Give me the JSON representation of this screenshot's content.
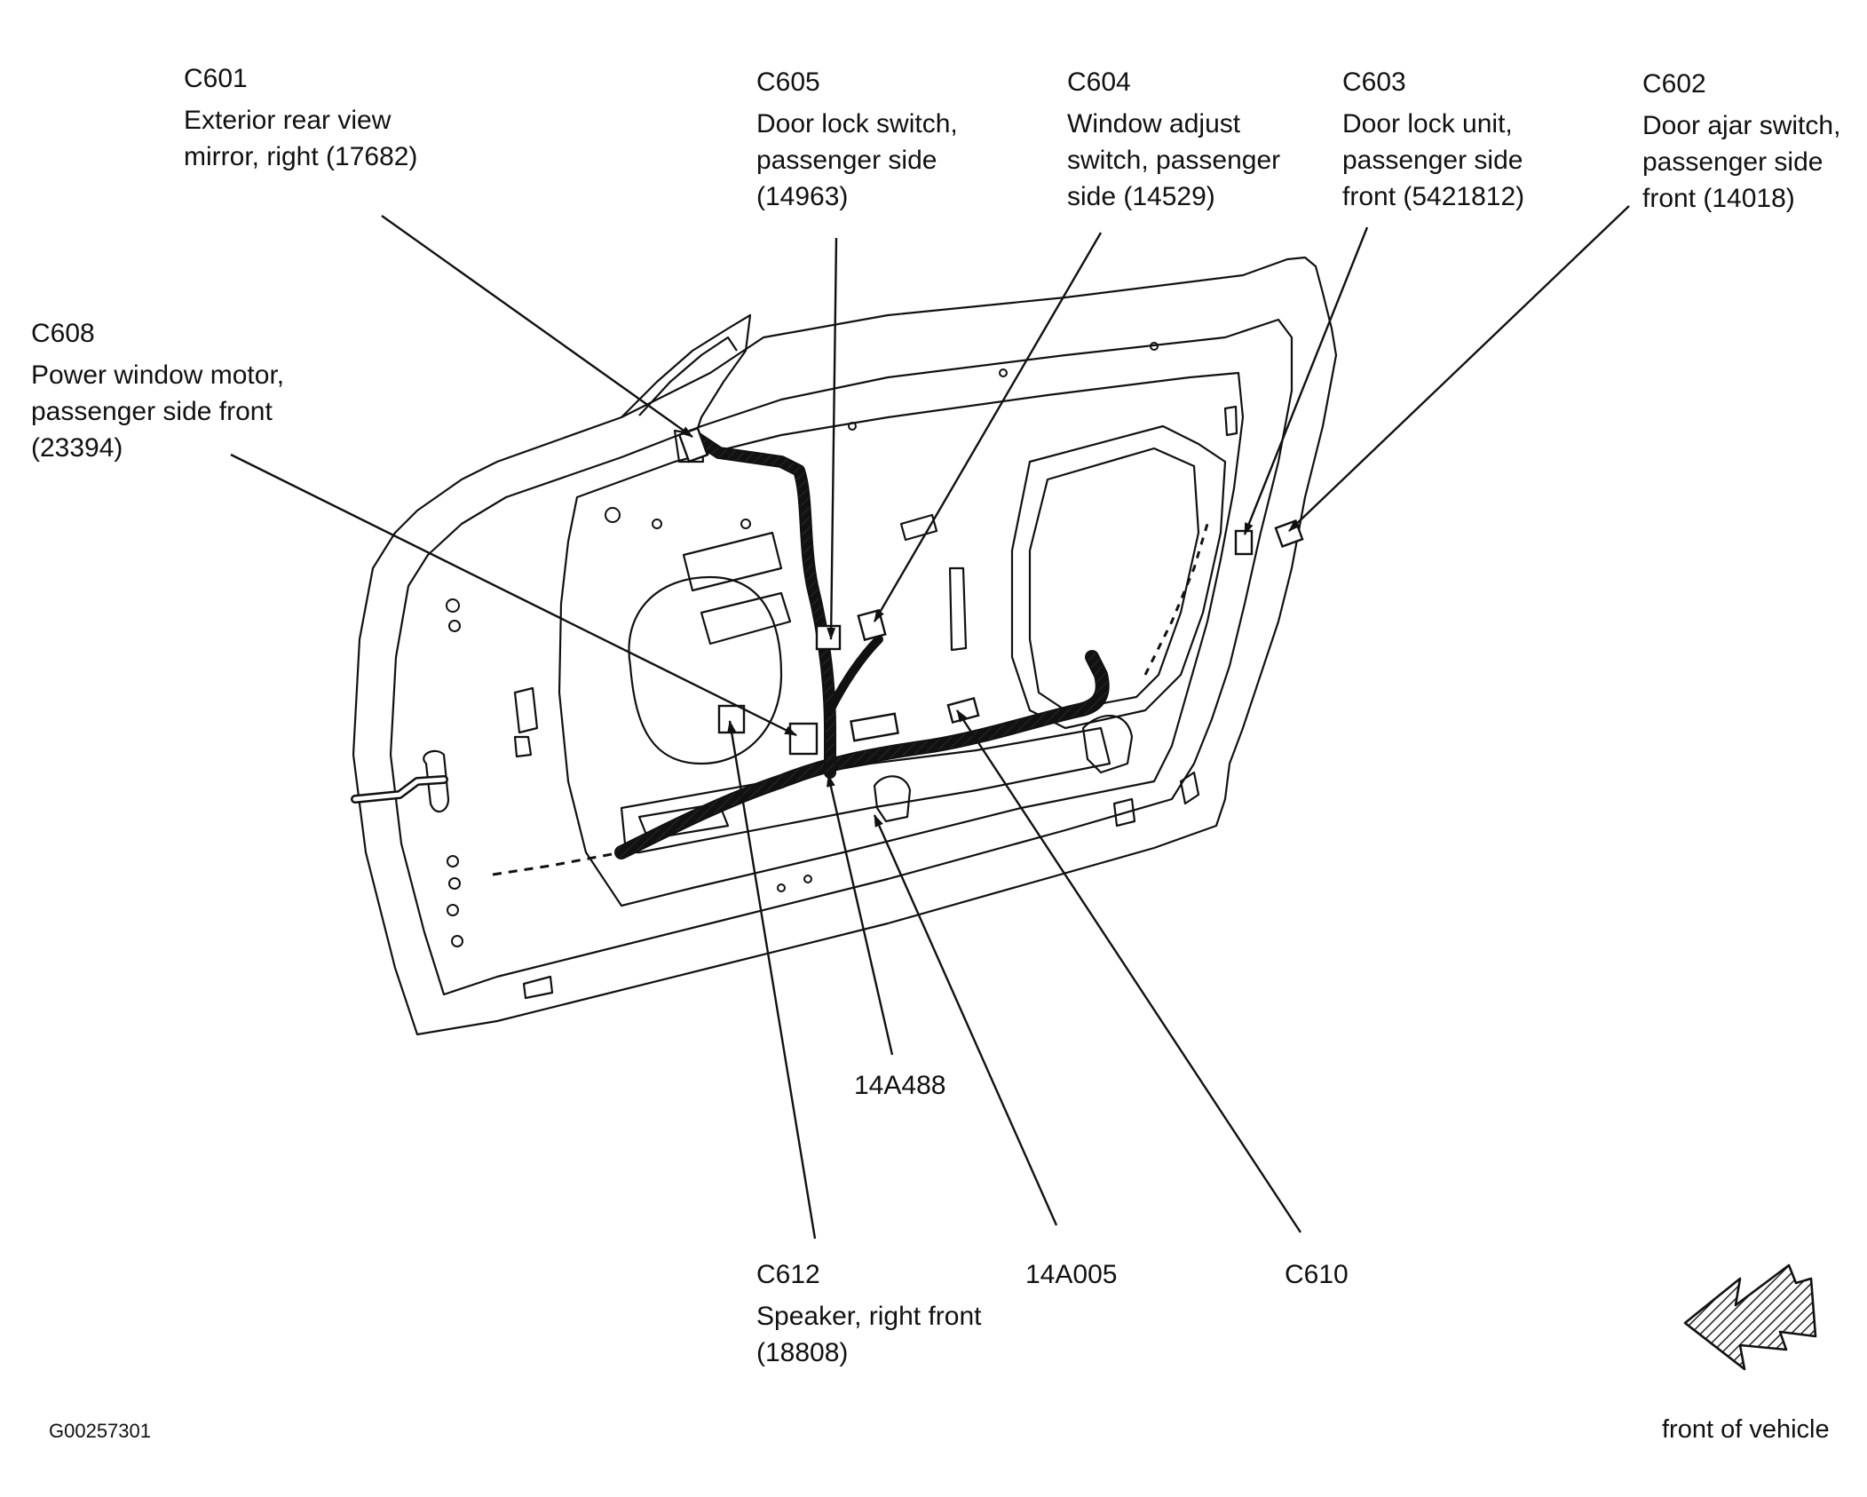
{
  "figure_id": "G00257301",
  "orientation_label": "front of vehicle",
  "callouts": [
    {
      "id": "c601",
      "code": "C601",
      "lines": [
        "Exterior rear view",
        "mirror, right (17682)"
      ]
    },
    {
      "id": "c605",
      "code": "C605",
      "lines": [
        "Door lock switch,",
        "passenger side",
        "(14963)"
      ]
    },
    {
      "id": "c604",
      "code": "C604",
      "lines": [
        "Window adjust",
        "switch, passenger",
        "side (14529)"
      ]
    },
    {
      "id": "c603",
      "code": "C603",
      "lines": [
        "Door lock unit,",
        "passenger side",
        "front (5421812)"
      ]
    },
    {
      "id": "c602",
      "code": "C602",
      "lines": [
        "Door ajar switch,",
        "passenger side",
        "front (14018)"
      ]
    },
    {
      "id": "c608",
      "code": "C608",
      "lines": [
        "Power window motor,",
        "passenger side front",
        "(23394)"
      ]
    },
    {
      "id": "h14a488",
      "code": "14A488",
      "lines": []
    },
    {
      "id": "c612",
      "code": "C612",
      "lines": [
        "Speaker, right front",
        "(18808)"
      ]
    },
    {
      "id": "h14a005",
      "code": "14A005",
      "lines": []
    },
    {
      "id": "c610",
      "code": "C610",
      "lines": []
    }
  ],
  "colors": {
    "line": "#111111",
    "background": "#ffffff",
    "arrow_fill": "#6e6e6e"
  }
}
